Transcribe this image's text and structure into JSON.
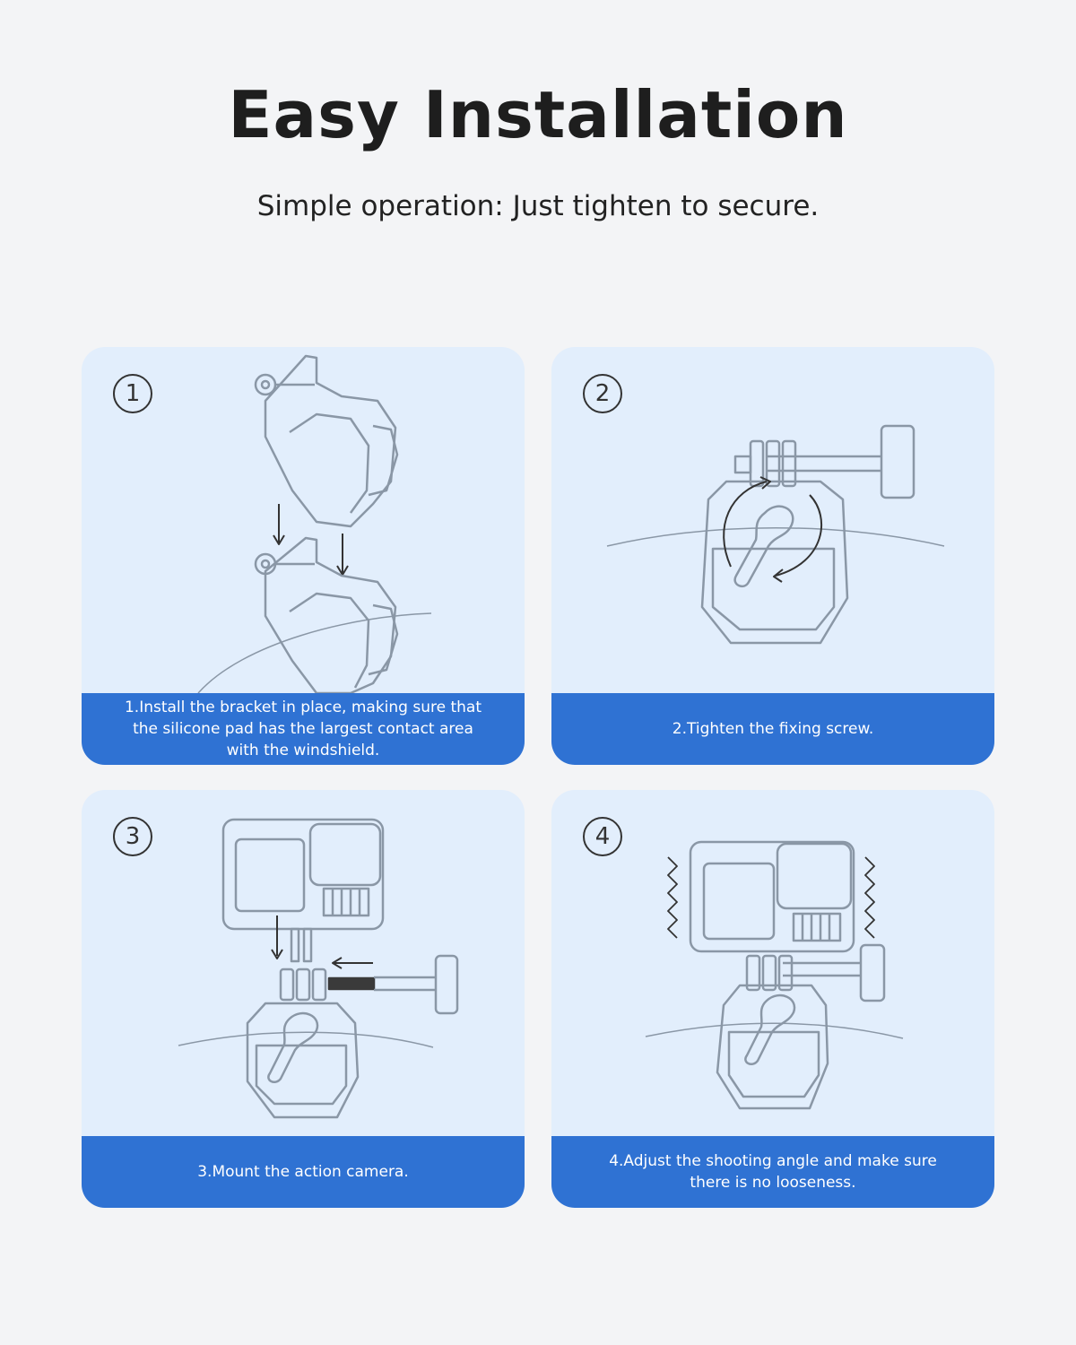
{
  "header": {
    "title": "Easy Installation",
    "subtitle": "Simple operation: Just tighten to secure."
  },
  "steps": [
    {
      "number": "1",
      "caption": "1.Install the bracket in place, making sure that the silicone pad has the largest contact area with the windshield.",
      "illustration_icon": "bracket-install-icon"
    },
    {
      "number": "2",
      "caption": "2.Tighten the fixing screw.",
      "illustration_icon": "tighten-screw-icon"
    },
    {
      "number": "3",
      "caption": "3.Mount the action camera.",
      "illustration_icon": "mount-camera-icon"
    },
    {
      "number": "4",
      "caption": "4.Adjust the shooting angle and make sure there is no looseness.",
      "illustration_icon": "adjust-angle-icon"
    }
  ],
  "colors": {
    "background": "#f3f4f6",
    "card": "#e2eefc",
    "caption_bar": "#2f72d3",
    "line_art": "#8a97a6"
  }
}
